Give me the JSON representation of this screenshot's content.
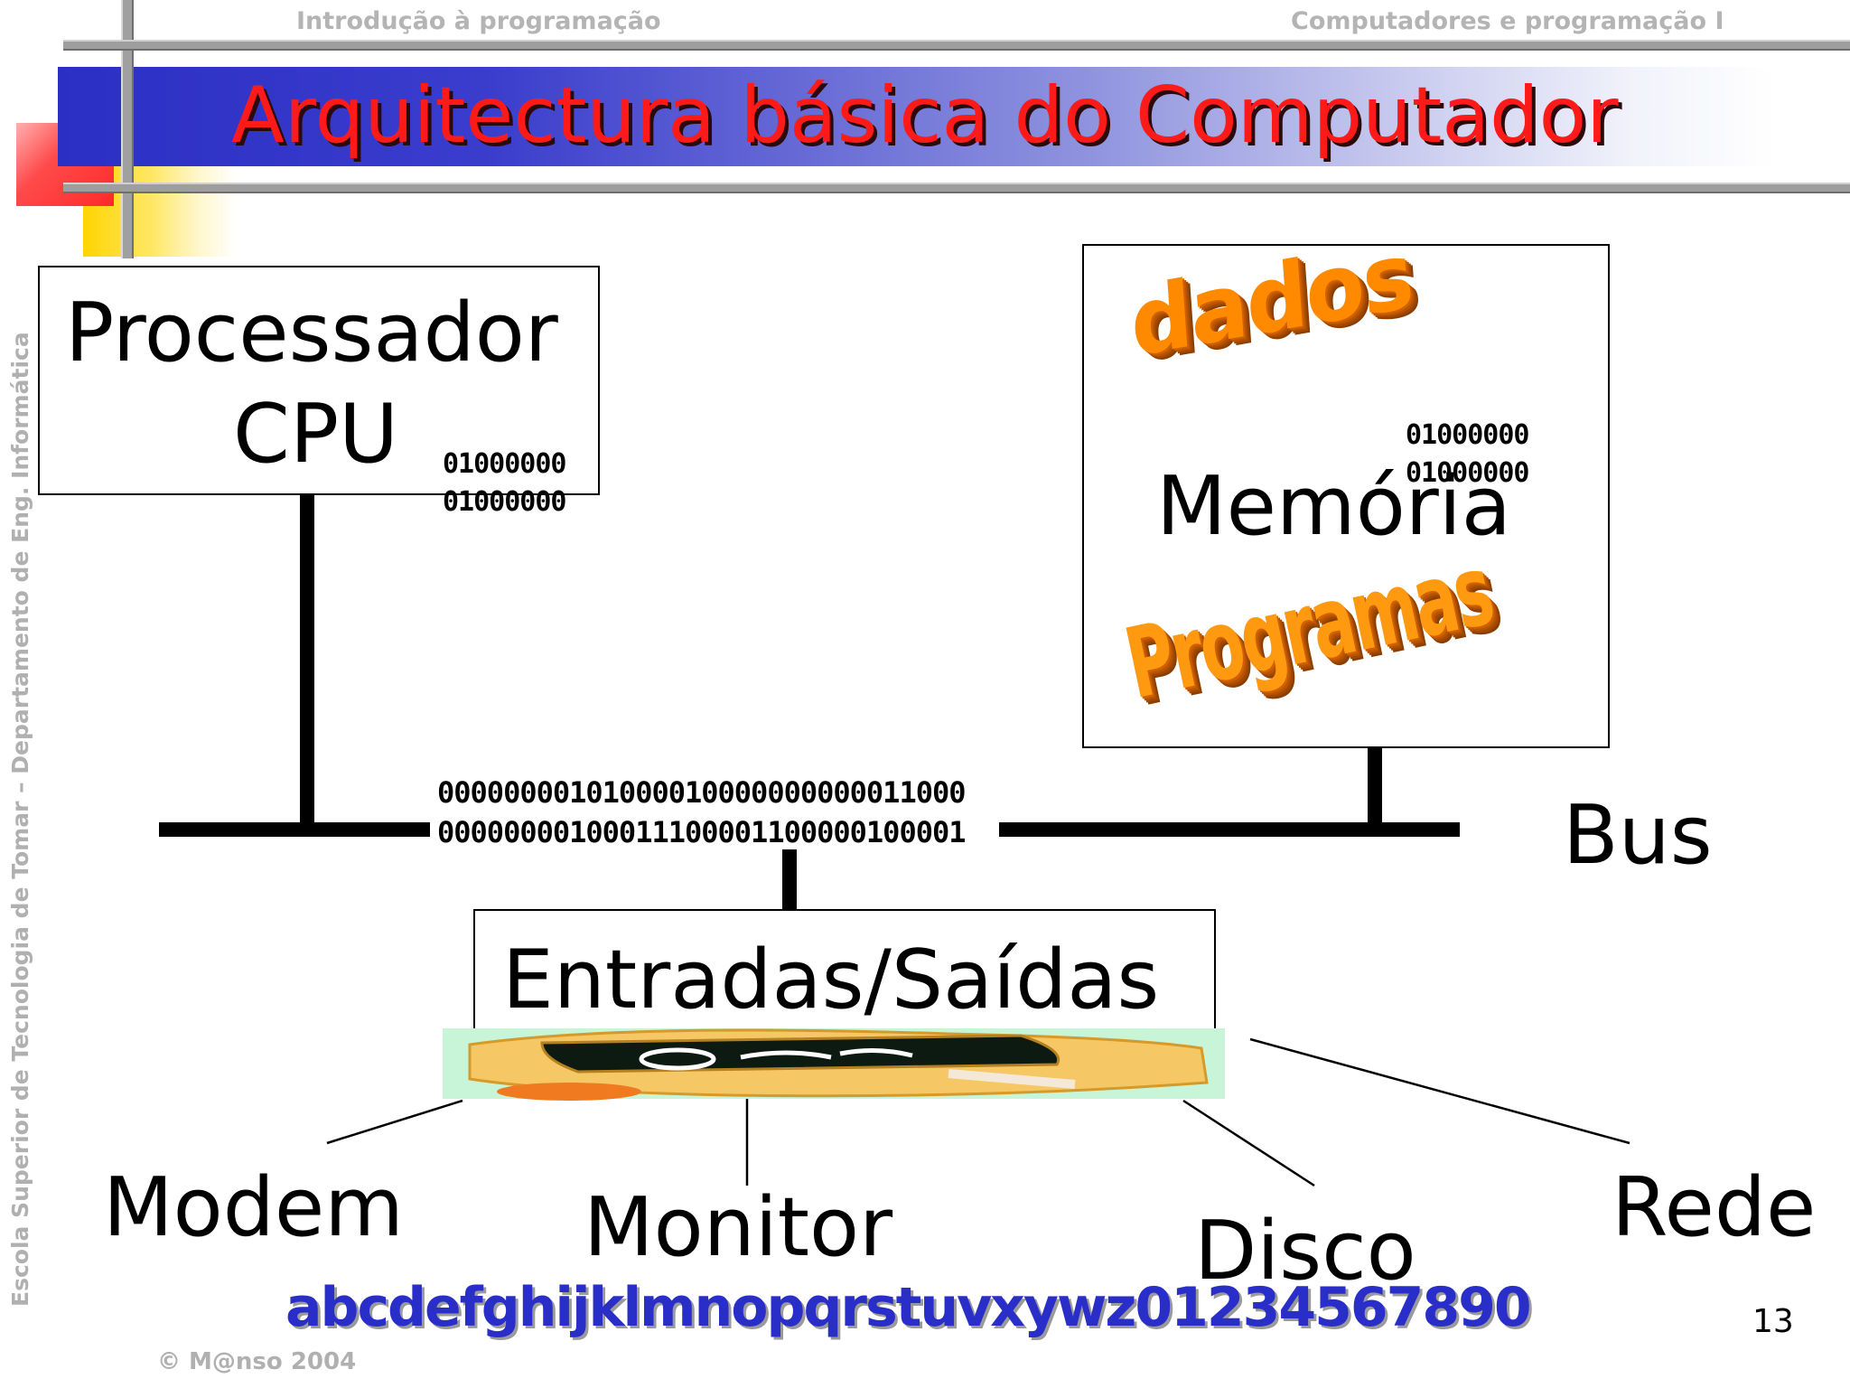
{
  "header": {
    "left": "Introdução à programação",
    "right": "Computadores e programação I"
  },
  "title": "Arquitectura básica do Computador",
  "side_text": "Escola Superior de Tecnologia de Tomar – Departamento de Eng. Informática",
  "diagram": {
    "cpu": {
      "line1": "Processador",
      "line2": "CPU",
      "bits1": "01000000",
      "bits2": "01000000"
    },
    "memory": {
      "label": "Memória",
      "word_top": "dados",
      "word_bottom": "Programas",
      "bits1": "01000000",
      "bits2": "01000000"
    },
    "bus": {
      "label": "Bus",
      "bits1": "00000000101000010000000000011000",
      "bits2": "00000000100011100001100000100001"
    },
    "io": {
      "label": "Entradas/Saídas"
    },
    "devices": {
      "modem": "Modem",
      "monitor": "Monitor",
      "disco": "Disco",
      "rede": "Rede"
    }
  },
  "footer": {
    "alphabet": "abcdefghijklmnopqrstuvxywz01234567890",
    "copyright": "© M@nso 2004",
    "page_number": "13"
  },
  "colors": {
    "title_text": "#ff1a1a",
    "title_band": "#2b2fc4",
    "alphabet": "#2a2ec8",
    "decor_red": "#ff3b3b",
    "decor_yellow": "#ffd400",
    "word_art": "#ff8a00"
  }
}
